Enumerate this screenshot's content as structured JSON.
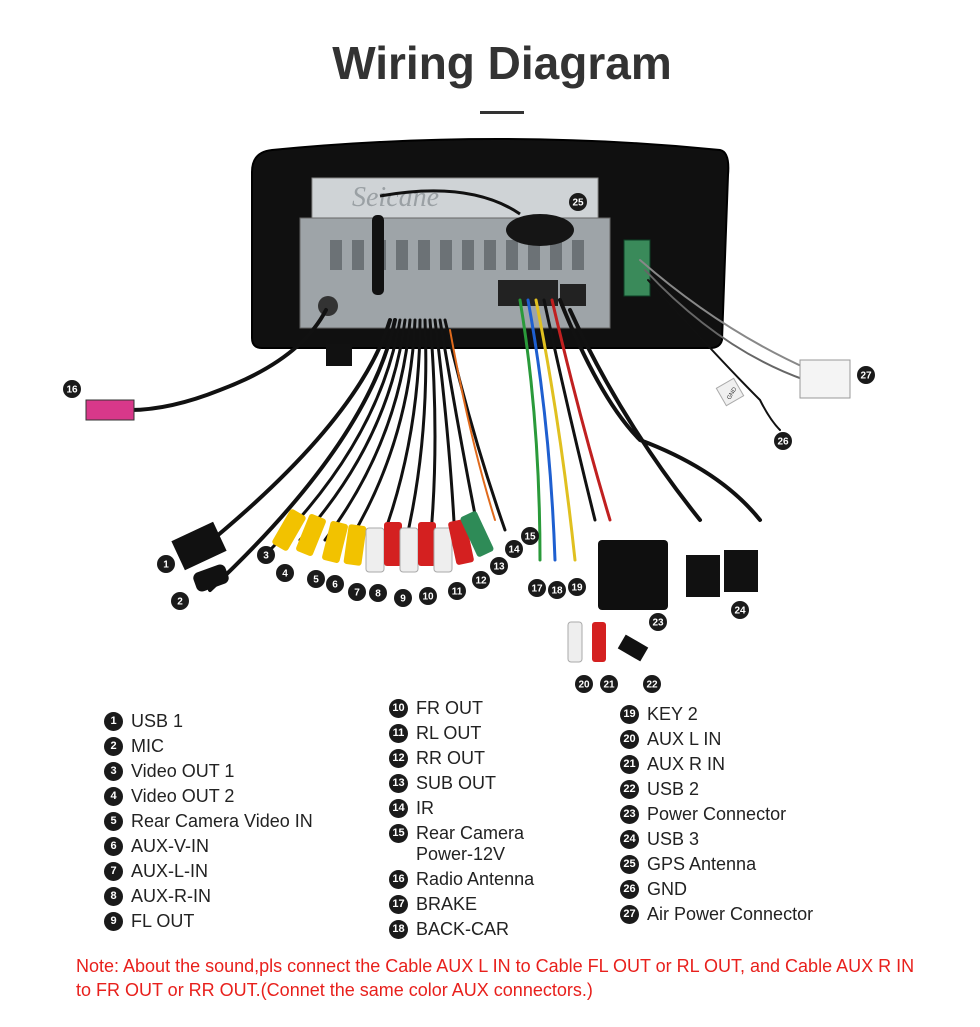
{
  "title": "Wiring Diagram",
  "diagram": {
    "brand_watermark": "Seicane",
    "tag_labels": [
      "GND"
    ],
    "callouts": [
      "1",
      "2",
      "3",
      "4",
      "5",
      "6",
      "7",
      "8",
      "9",
      "10",
      "11",
      "12",
      "13",
      "14",
      "15",
      "16",
      "17",
      "18",
      "19",
      "20",
      "21",
      "22",
      "23",
      "24",
      "25",
      "26",
      "27"
    ]
  },
  "legend": {
    "col1": [
      {
        "num": "1",
        "label": "USB 1"
      },
      {
        "num": "2",
        "label": "MIC"
      },
      {
        "num": "3",
        "label": "Video OUT 1"
      },
      {
        "num": "4",
        "label": "Video OUT 2"
      },
      {
        "num": "5",
        "label": "Rear Camera Video IN"
      },
      {
        "num": "6",
        "label": "AUX-V-IN"
      },
      {
        "num": "7",
        "label": "AUX-L-IN"
      },
      {
        "num": "8",
        "label": "AUX-R-IN"
      },
      {
        "num": "9",
        "label": "FL OUT"
      }
    ],
    "col2": [
      {
        "num": "10",
        "label": "FR OUT"
      },
      {
        "num": "11",
        "label": "RL OUT"
      },
      {
        "num": "12",
        "label": "RR OUT"
      },
      {
        "num": "13",
        "label": "SUB OUT"
      },
      {
        "num": "14",
        "label": "IR"
      },
      {
        "num": "15",
        "label": "Rear Camera\nPower-12V"
      },
      {
        "num": "16",
        "label": "Radio Antenna"
      },
      {
        "num": "17",
        "label": "BRAKE"
      },
      {
        "num": "18",
        "label": "BACK-CAR"
      }
    ],
    "col3": [
      {
        "num": "19",
        "label": "KEY 2"
      },
      {
        "num": "20",
        "label": "AUX L IN"
      },
      {
        "num": "21",
        "label": "AUX R IN"
      },
      {
        "num": "22",
        "label": "USB 2"
      },
      {
        "num": "23",
        "label": "Power Connector"
      },
      {
        "num": "24",
        "label": "USB 3"
      },
      {
        "num": "25",
        "label": "GPS Antenna"
      },
      {
        "num": "26",
        "label": "GND"
      },
      {
        "num": "27",
        "label": "Air Power Connector"
      }
    ]
  },
  "note": "Note: About the sound,pls connect the Cable AUX L IN to Cable FL OUT or RL OUT, and Cable AUX R IN to FR OUT or RR OUT.(Connet the same color AUX connectors.)",
  "colors": {
    "title": "#333333",
    "note": "#e8201c",
    "callout": "#1a1a1a",
    "rca_yellow": "#f2c200",
    "rca_red": "#d42020",
    "rca_white": "#eeeeee",
    "rca_green": "#2e8b57"
  }
}
